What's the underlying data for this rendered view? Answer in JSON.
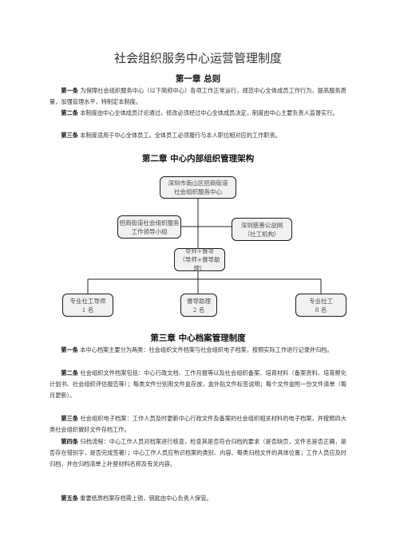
{
  "title": "社会组织服务中心运营管理制度",
  "chapter1": {
    "heading": "第一章 总则",
    "articles": [
      {
        "num": "第一条",
        "text": "为保障社会组织服务中心（以下简称中心）各项工作正常运行，规范中心全体成员工作行为，提高服务质量，加强管理水平，特制定本制度。"
      },
      {
        "num": "第二条",
        "text": "本制度由中心全体成员讨论通过，修改必须经过中心全体成员决定，制度由中心主要负责人监督实行。"
      },
      {
        "num": "第三条",
        "text": "本制度适用于中心全体员工。全体员工必须履行与本人职位相对应的工作职责。"
      }
    ]
  },
  "chapter2": {
    "heading": "第二章  中心内部组织管理架构",
    "org": {
      "top": {
        "line1": "深圳市南山区招商街道",
        "line2": "社会组织服务中心"
      },
      "left": {
        "line1": "招商街道社会组织服务",
        "line2": "工作领导小组"
      },
      "right": {
        "line1": "深圳慈善公益网",
        "line2": "（社工机构）"
      },
      "middle": {
        "line1": "导师+督导",
        "line2": "（导师+督导助理）"
      },
      "bottom_left": {
        "line1": "专业社工导师",
        "line2": "1 名"
      },
      "bottom_center": {
        "line1": "督导助理",
        "line2": "2 名"
      },
      "bottom_right": {
        "line1": "专业社工",
        "line2": "8  名"
      }
    }
  },
  "chapter3": {
    "heading": "第三章  中心档案管理制度",
    "articles": [
      {
        "num": "第一条",
        "text": "本中心档案主要分为两类：社会组织文件档案与社会组织电子档案，按照实际工作进行记录并归档。"
      },
      {
        "num": "第二条",
        "text": "社会组织文件档案包括：中心行政文档、工作月报等以及社会组织备案、培育材料（备案资料、培育孵化计划书、社会组织评估报告等）；每类文件分别用文件盒存放，盒外贴文件标签说明；每个文件盒附一份文件清单（每月更新）。"
      },
      {
        "num": "第三条",
        "text": "社会组织电子档案：工作人员及时更新中心行政文件及备案的社会组织相关材料的电子档案，并按照四大类社会组织做好文件存档工作。"
      },
      {
        "num": "第四条",
        "text": "归档流程：中心工作人员对档案进行核查，检查其是否符合归档的要求（是否缺页，文件名是否正确，是否存在错别字，是否完成签署）；中心工作人员应熟识档案的类别、内容、每类归档文件的具体位置；工作人员应及时归档，并在归档清单上补登材料名称及有关内容。"
      },
      {
        "num": "第五条",
        "text": "重要纸质档案存档需上锁，钥匙由中心负责人保管。"
      }
    ]
  }
}
